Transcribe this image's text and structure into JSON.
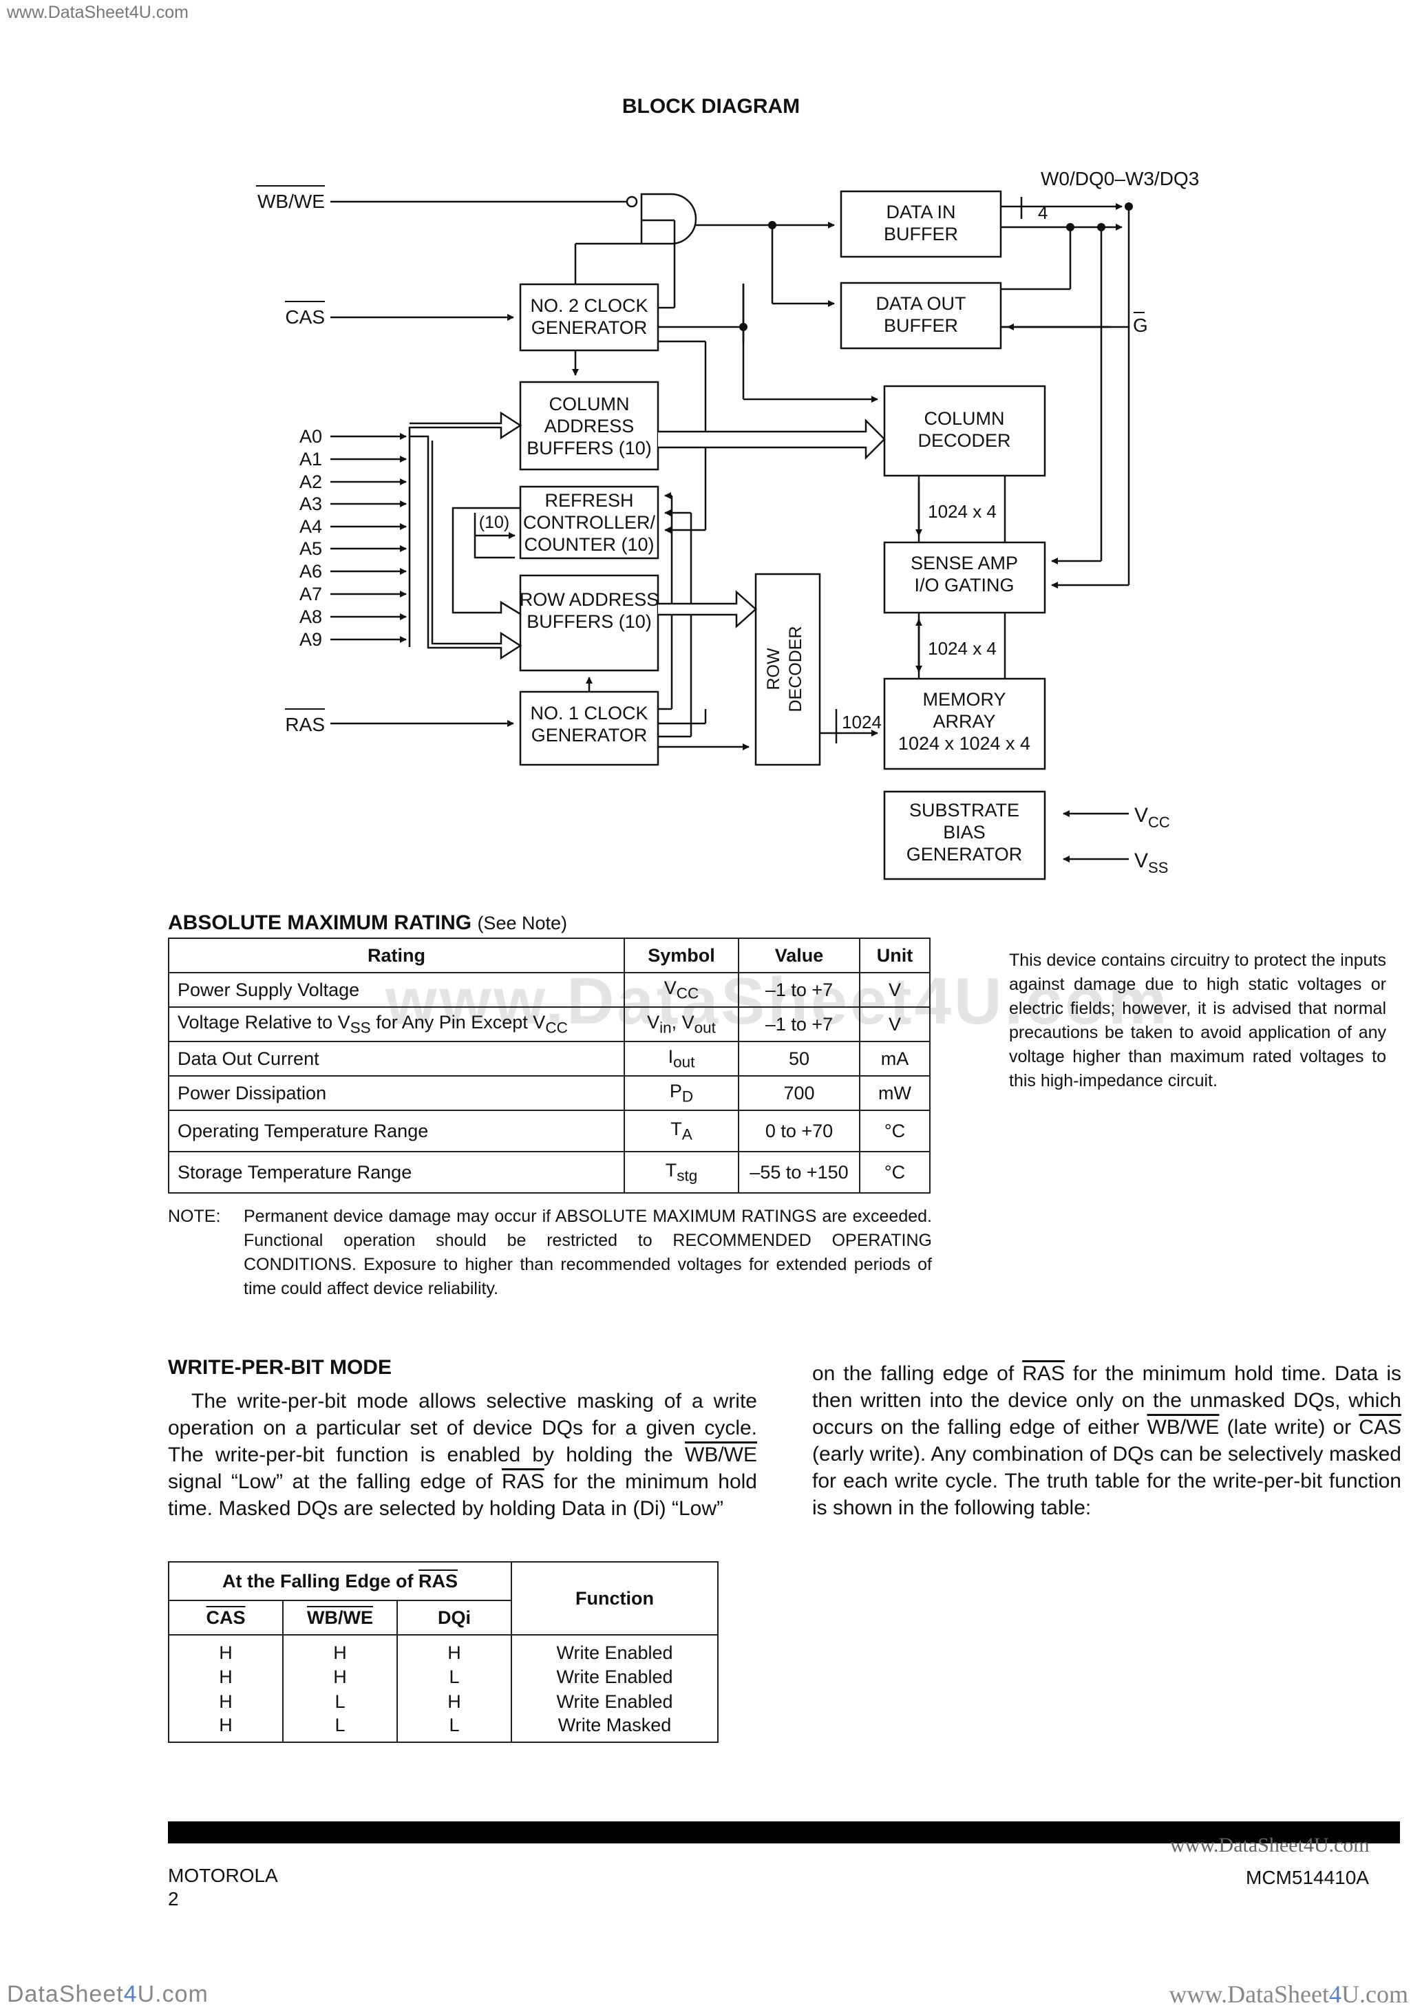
{
  "watermarks": {
    "top": "www.DataSheet4U.com",
    "center": "www.DataSheet4U.com",
    "footer": "www.DataSheet4U.com",
    "bottom_left_a": "DataSheet",
    "bottom_left_b": "4",
    "bottom_left_c": "U.com",
    "bottom_right_a": "www.DataSheet",
    "bottom_right_b": "4",
    "bottom_right_c": "U.com"
  },
  "block_diagram": {
    "title": "BLOCK DIAGRAM",
    "signals": {
      "wbwe": "WB/WE",
      "cas": "CAS",
      "ras": "RAS",
      "g": "G",
      "dq_bus": "W0/DQ0–W3/DQ3",
      "address": [
        "A0",
        "A1",
        "A2",
        "A3",
        "A4",
        "A5",
        "A6",
        "A7",
        "A8",
        "A9"
      ],
      "vcc": "V",
      "vcc_sub": "CC",
      "vss": "V",
      "vss_sub": "SS"
    },
    "blocks": {
      "data_in_1": "DATA IN",
      "data_in_2": "BUFFER",
      "data_out_1": "DATA OUT",
      "data_out_2": "BUFFER",
      "clk2_1": "NO. 2 CLOCK",
      "clk2_2": "GENERATOR",
      "col_addr_1": "COLUMN",
      "col_addr_2": "ADDRESS",
      "col_addr_3": "BUFFERS (10)",
      "col_dec_1": "COLUMN",
      "col_dec_2": "DECODER",
      "refresh_1": "REFRESH",
      "refresh_2": "CONTROLLER/",
      "refresh_3": "COUNTER (10)",
      "row_addr_1": "ROW ADDRESS",
      "row_addr_2": "BUFFERS (10)",
      "row_dec_1": "ROW",
      "row_dec_2": "DECODER",
      "sense_1": "SENSE AMP",
      "sense_2": "I/O GATING",
      "mem_1": "MEMORY",
      "mem_2": "ARRAY",
      "mem_3": "1024 x 1024 x 4",
      "clk1_1": "NO. 1 CLOCK",
      "clk1_2": "GENERATOR",
      "sub_1": "SUBSTRATE",
      "sub_2": "BIAS",
      "sub_3": "GENERATOR"
    },
    "bus_labels": {
      "dq_width": "4",
      "cd_sa": "1024 x 4",
      "sa_mem": "1024 x 4",
      "row_lines": "1024",
      "refresh_width": "(10)"
    }
  },
  "ratings": {
    "title": "ABSOLUTE MAXIMUM RATING",
    "title_note": "(See Note)",
    "headers": [
      "Rating",
      "Symbol",
      "Value",
      "Unit"
    ],
    "rows": [
      {
        "rating": "Power Supply Voltage",
        "sym": "V",
        "sub": "CC",
        "sym2": "",
        "sub2": "",
        "value": "–1 to +7",
        "unit": "V"
      },
      {
        "rating": "Voltage Relative to V",
        "rating_sub": "SS",
        "rating_mid": " for Any Pin Except V",
        "rating_sub2": "CC",
        "sym": "V",
        "sub": "in",
        "sym2": ", V",
        "sub2": "out",
        "value": "–1 to +7",
        "unit": "V"
      },
      {
        "rating": "Data Out Current",
        "sym": "I",
        "sub": "out",
        "sym2": "",
        "sub2": "",
        "value": "50",
        "unit": "mA"
      },
      {
        "rating": "Power Dissipation",
        "sym": "P",
        "sub": "D",
        "sym2": "",
        "sub2": "",
        "value": "700",
        "unit": "mW"
      },
      {
        "rating": "Operating Temperature Range",
        "sym": "T",
        "sub": "A",
        "sym2": "",
        "sub2": "",
        "value": "0 to +70",
        "unit": "°C"
      },
      {
        "rating": "Storage Temperature Range",
        "sym": "T",
        "sub": "stg",
        "sym2": "",
        "sub2": "",
        "value": "–55 to +150",
        "unit": "°C"
      }
    ],
    "note_label": "NOTE:",
    "note_text": "Permanent device damage may occur if ABSOLUTE MAXIMUM RATINGS are exceeded. Functional operation should be restricted to RECOMMENDED OPERATING CONDITIONS. Exposure to higher than recommended voltages for extended periods of time could affect device reliability.",
    "protect_text": "This device contains circuitry to protect the inputs against damage due to high static voltages or electric fields; however, it is advised that normal precautions be taken to avoid application of any voltage higher than maximum rated voltages to this high-impedance circuit."
  },
  "write_per_bit": {
    "title": "WRITE-PER-BIT MODE",
    "p1_a": "The write-per-bit mode allows selective masking of a write operation on a particular set of device DQs for a given cycle. The write-per-bit function is enabled by holding the ",
    "p1_wbwe": "WB/WE",
    "p1_b": " signal “Low” at the falling edge of ",
    "p1_ras": "RAS",
    "p1_c": " for the minimum hold time. Masked DQs are selected by holding Data in (Di) “Low” ",
    "p2_a": "on the falling edge of ",
    "p2_ras": "RAS",
    "p2_b": " for the minimum hold time. Data is then written into the device only on the unmasked DQs, which occurs on the falling edge of either ",
    "p2_wbwe": "WB/WE",
    "p2_c": " (late write) or ",
    "p2_cas": "CAS",
    "p2_d": " (early write). Any combination of DQs can be selectively masked for each write cycle. The truth table for the write-per-bit function is shown in the following table:"
  },
  "truth_table": {
    "group_header_a": "At the Falling Edge of ",
    "group_header_ras": "RAS",
    "function_header": "Function",
    "col_cas": "CAS",
    "col_wbwe": "WB/WE",
    "col_dqi": "DQi",
    "rows": [
      {
        "cas": "H",
        "wbwe": "H",
        "dqi": "H",
        "fn": "Write Enabled"
      },
      {
        "cas": "H",
        "wbwe": "H",
        "dqi": "L",
        "fn": "Write Enabled"
      },
      {
        "cas": "H",
        "wbwe": "L",
        "dqi": "H",
        "fn": "Write Enabled"
      },
      {
        "cas": "H",
        "wbwe": "L",
        "dqi": "L",
        "fn": "Write Masked"
      }
    ]
  },
  "footer": {
    "company": "MOTOROLA",
    "page": "2",
    "part": "MCM514410A"
  }
}
